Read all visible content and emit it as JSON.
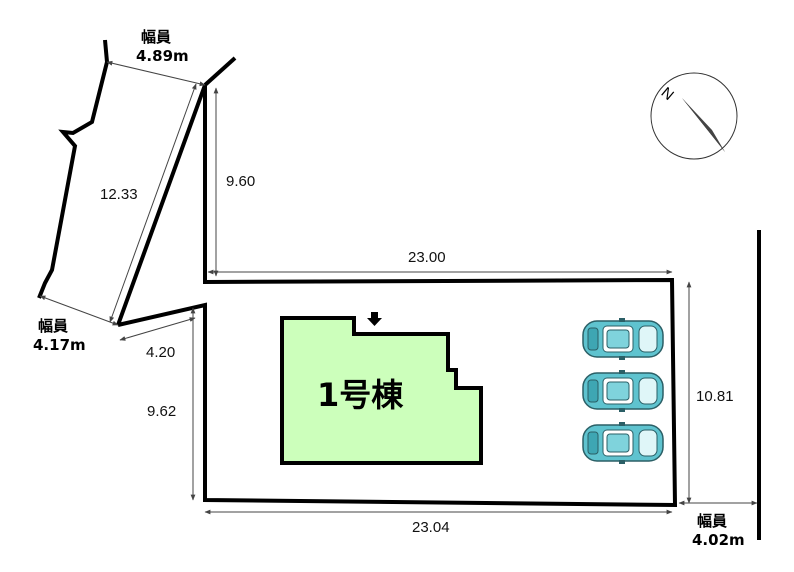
{
  "roads": {
    "top": {
      "label": "幅員",
      "width": "4.89m"
    },
    "left": {
      "label": "幅員",
      "width": "4.17m"
    },
    "bottom": {
      "label": "幅員",
      "width": "4.02m"
    }
  },
  "dimensions": {
    "diag_left": "12.33",
    "top_vertical": "9.60",
    "top_horizontal": "23.00",
    "short_diagonal": "4.20",
    "left_vertical": "9.62",
    "right_vertical": "10.81",
    "bottom_horizontal": "23.04"
  },
  "building": {
    "label": "1号棟",
    "fill_color": "#ccffbb"
  },
  "parking": {
    "cars": 3,
    "car_color": "#5fc3cf"
  },
  "compass": {
    "letter": "N"
  }
}
